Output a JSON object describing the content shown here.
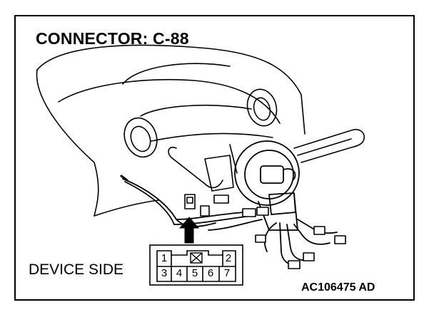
{
  "title": "CONNECTOR: C-88",
  "device_side_label": "DEVICE SIDE",
  "figure_code": "AC106475 AD",
  "connector_pins": {
    "top_row": [
      "1",
      "2"
    ],
    "bottom_row": [
      "3",
      "4",
      "5",
      "6",
      "7"
    ]
  },
  "icons": {
    "empty_pin": "x-box-icon",
    "arrow": "up-arrow-icon"
  },
  "colors": {
    "line": "#000000",
    "background": "#ffffff"
  }
}
